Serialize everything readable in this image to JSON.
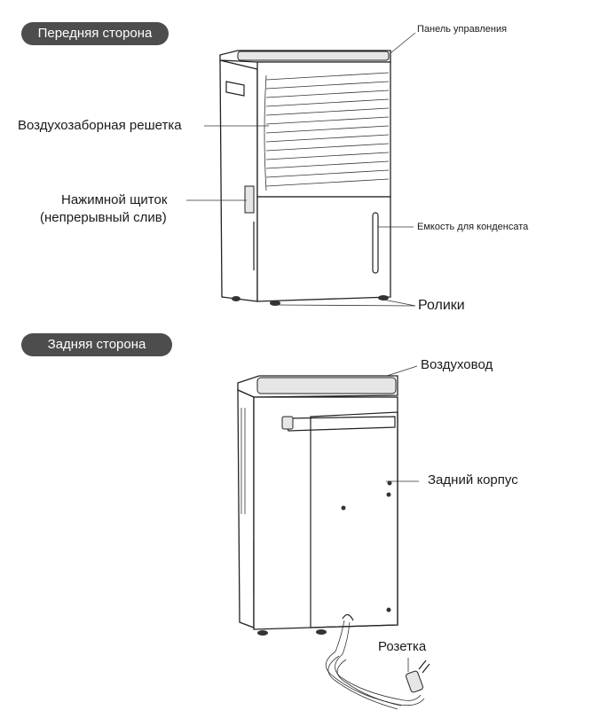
{
  "sections": {
    "front": {
      "title": "Передняя сторона"
    },
    "back": {
      "title": "Задняя сторона"
    }
  },
  "labels": {
    "control_panel": "Панель управления",
    "air_intake_grille": "Воздухозаборная решетка",
    "push_cover_line1": "Нажимной щиток",
    "push_cover_line2": "(непрерывный слив)",
    "condensate_tank": "Емкость для конденсата",
    "casters": "Ролики",
    "air_outlet": "Воздуховод",
    "rear_housing": "Задний корпус",
    "socket": "Розетка"
  },
  "colors": {
    "pill_bg": "#4d4d4d",
    "pill_text": "#ffffff",
    "line": "#222222"
  }
}
